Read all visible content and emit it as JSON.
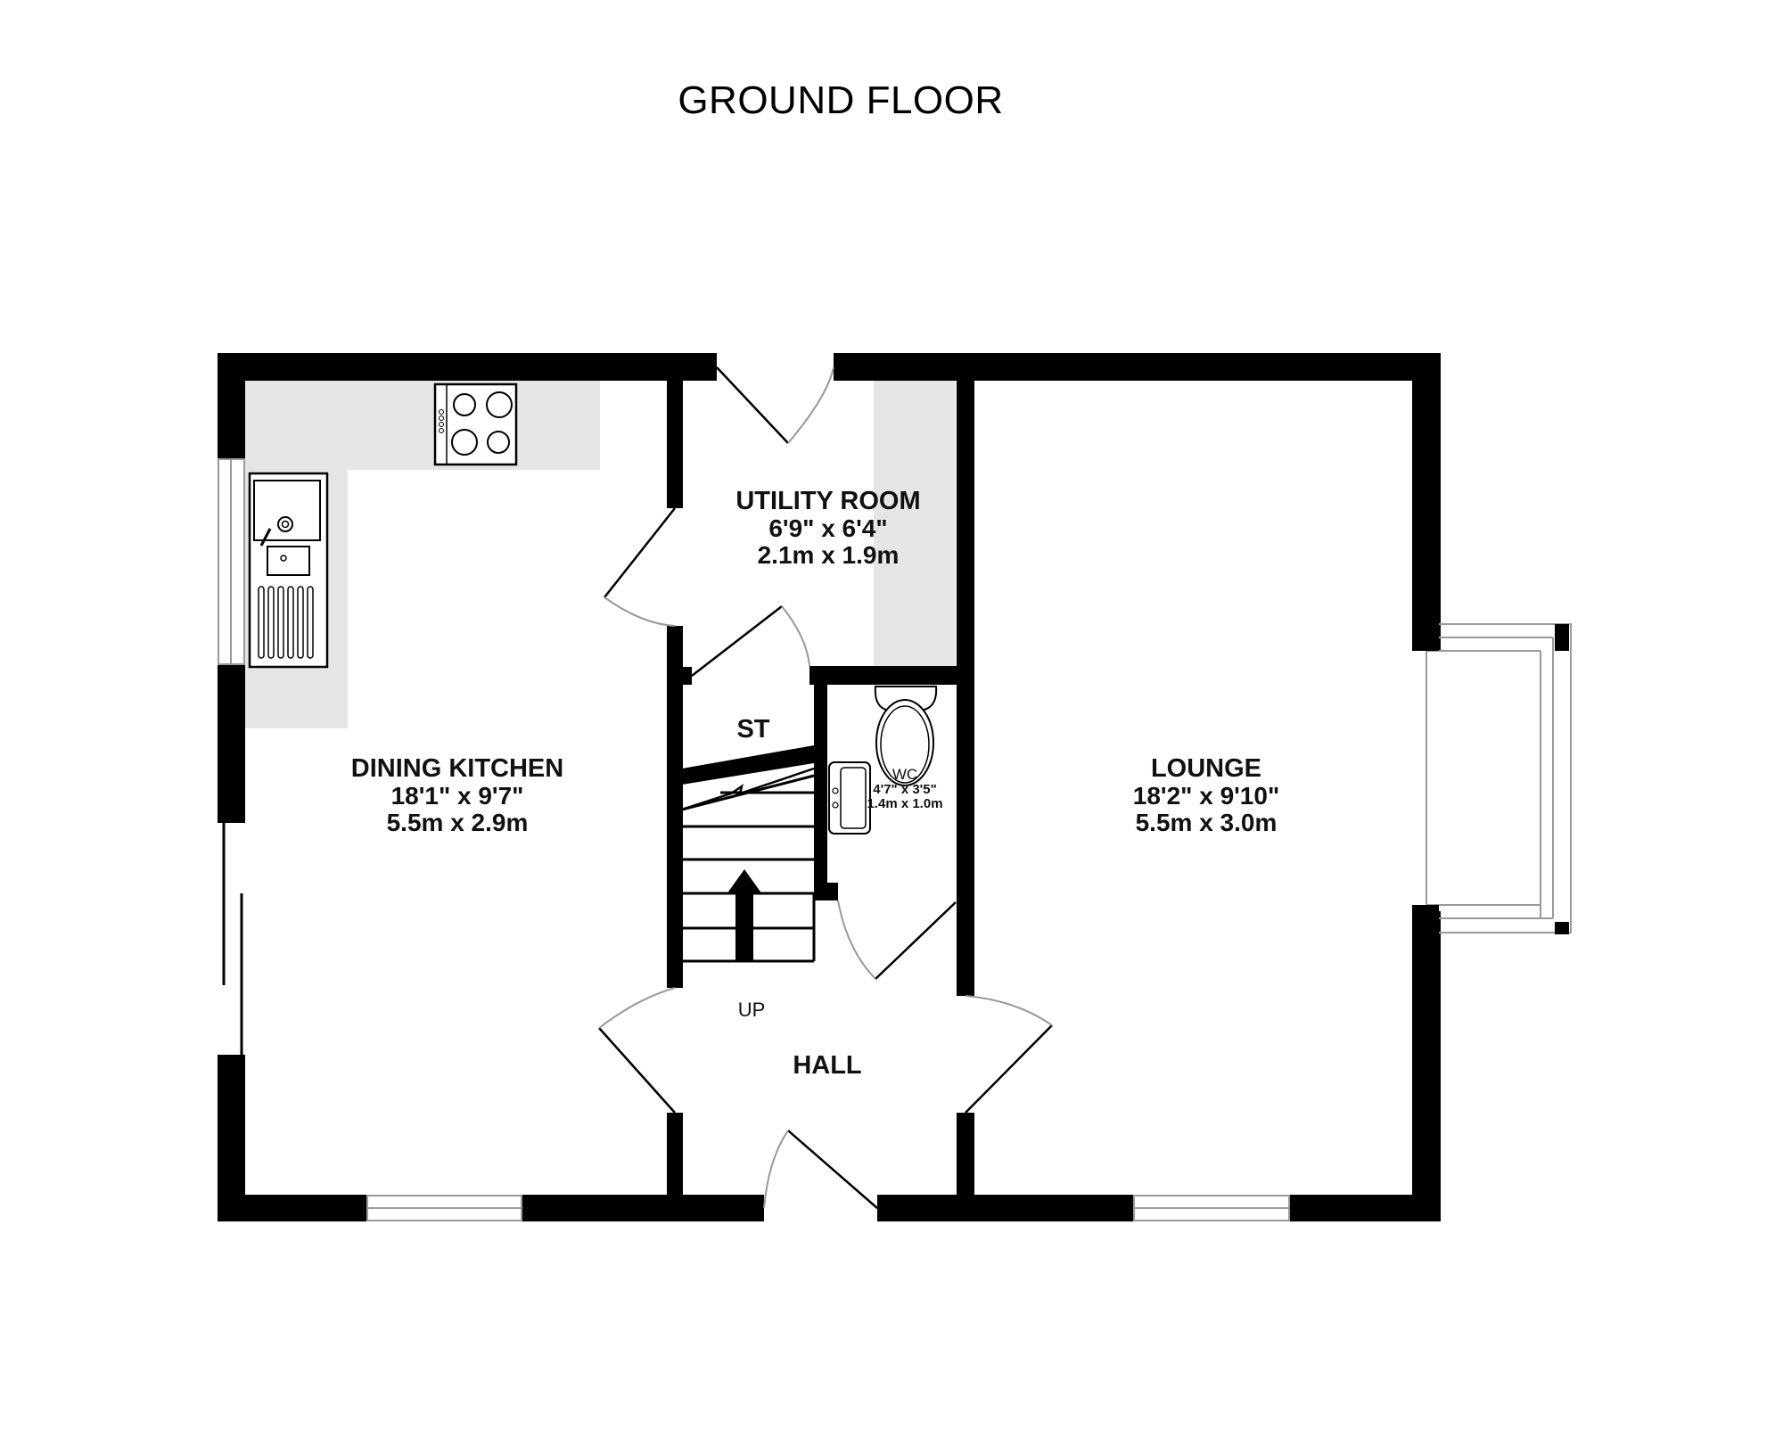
{
  "title": "GROUND FLOOR",
  "colors": {
    "wall": "#000000",
    "counter": "#e6e6e6",
    "window_frame": "#9a9a9a",
    "door_arc": "#999999",
    "background": "#ffffff"
  },
  "rooms": [
    {
      "id": "dining-kitchen",
      "name": "DINING KITCHEN",
      "imperial": "18'1\"  x 9'7\"",
      "metric": "5.5m  x 2.9m"
    },
    {
      "id": "utility-room",
      "name": "UTILITY ROOM",
      "imperial": "6'9\"  x 6'4\"",
      "metric": "2.1m  x 1.9m"
    },
    {
      "id": "store",
      "name": "ST"
    },
    {
      "id": "wc",
      "name": "WC",
      "imperial": "4'7\"  x 3'5\"",
      "metric": "1.4m  x 1.0m"
    },
    {
      "id": "lounge",
      "name": "LOUNGE",
      "imperial": "18'2\"  x 9'10\"",
      "metric": "5.5m  x 3.0m"
    },
    {
      "id": "hall",
      "name": "HALL"
    }
  ],
  "stairs": {
    "direction_label": "UP",
    "treads": 6
  },
  "fixtures": [
    "hob",
    "sink-with-drainer",
    "toilet",
    "hand-basin",
    "bay-window",
    "sliding-patio-doors"
  ]
}
